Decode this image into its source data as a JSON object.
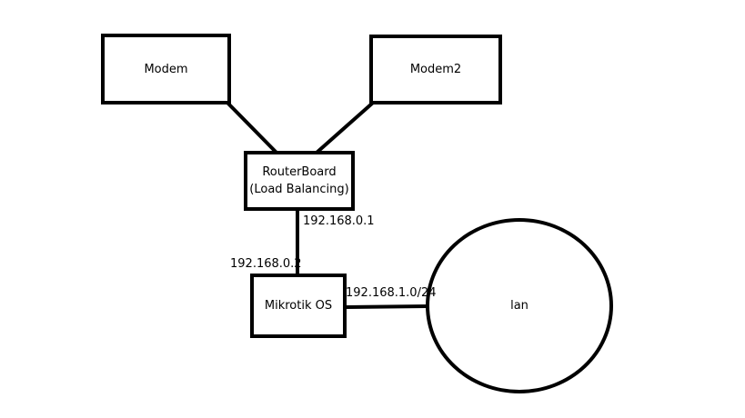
{
  "nodes": {
    "modem1": {
      "label": "Modem"
    },
    "modem2": {
      "label": "Modem2"
    },
    "router": {
      "line1": "RouterBoard",
      "line2": "(Load Balancing)"
    },
    "mikrotik": {
      "label": "Mikrotik OS"
    },
    "lan": {
      "label": "lan"
    }
  },
  "ip_labels": {
    "router_ip": "192.168.0.1",
    "mikrotik_ip": "192.168.0.2",
    "lan_subnet": "192.168.1.0/24"
  },
  "colors": {
    "stroke": "#000000",
    "background": "#ffffff"
  }
}
